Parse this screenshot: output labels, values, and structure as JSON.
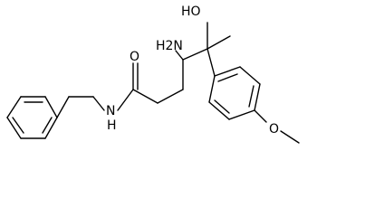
{
  "molecule": {
    "labels": {
      "hydroxyl": "HO",
      "amino": "H2N",
      "carbonyl_oxygen": "O",
      "amide_nitrogen": "N",
      "amide_hydrogen": "H",
      "methoxy_oxygen": "O"
    }
  },
  "colors": {
    "bond": "#000000",
    "background": "#ffffff"
  }
}
